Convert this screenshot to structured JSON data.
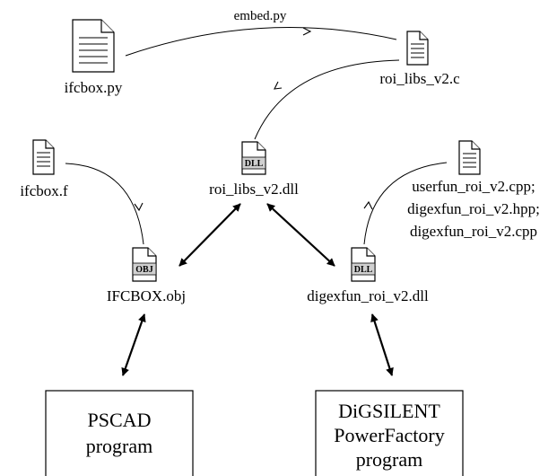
{
  "files": {
    "ifcbox_py": {
      "label": "ifcbox.py",
      "icon": "text-file-icon"
    },
    "roi_libs_c": {
      "label": "roi_libs_v2.c",
      "icon": "text-file-icon"
    },
    "ifcbox_f": {
      "label": "ifcbox.f",
      "icon": "text-file-icon"
    },
    "roi_libs_dll": {
      "label": "roi_libs_v2.dll",
      "icon": "dll-file-icon",
      "badge": "DLL"
    },
    "cpp_sources": {
      "lines": [
        "userfun_roi_v2.cpp;",
        "digexfun_roi_v2.hpp;",
        "digexfun_roi_v2.cpp"
      ],
      "icon": "text-file-icon"
    },
    "ifcbox_obj": {
      "label": "IFCBOX.obj",
      "icon": "obj-file-icon",
      "badge": "OBJ"
    },
    "digexfun_dll": {
      "label": "digexfun_roi_v2.dll",
      "icon": "dll-file-icon",
      "badge": "DLL"
    }
  },
  "edges": {
    "embed_label": "embed.py"
  },
  "programs": {
    "pscad": {
      "lines": [
        "PSCAD",
        "program"
      ]
    },
    "digsilent": {
      "lines": [
        "DiGSILENT",
        "PowerFactory",
        "program"
      ]
    }
  },
  "colors": {
    "stroke": "#000000",
    "badge_fill": "#d0d0d0",
    "background": "#ffffff"
  }
}
